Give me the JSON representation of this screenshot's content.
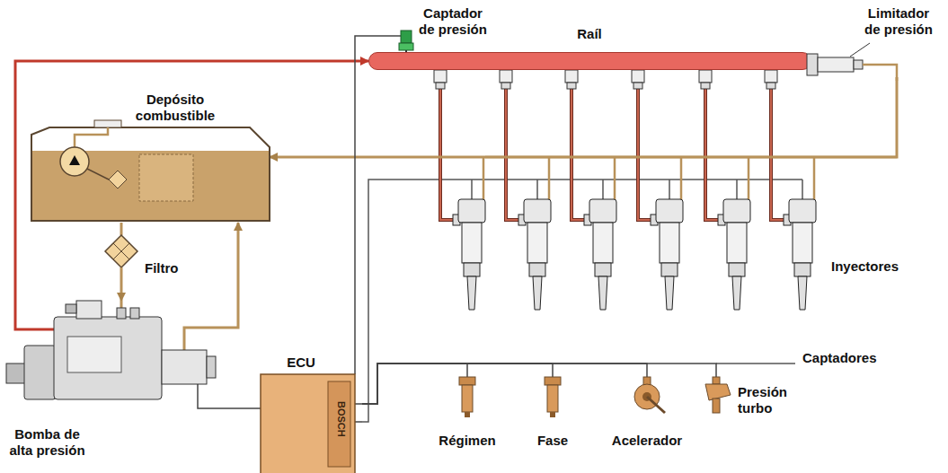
{
  "diagram": {
    "nodes": [
      {
        "text": [
          "Captador de presión"
        ]
      },
      {
        "text": [
          "Raíl"
        ]
      },
      {
        "text": [
          "Limitador de presión"
        ]
      },
      {
        "text": [
          "Depósito combustible"
        ]
      },
      {
        "text": [
          "Filtro"
        ]
      },
      {
        "text": [
          "Bomba de alta presión"
        ]
      },
      {
        "text": [
          "ECU",
          "BOSCH"
        ]
      },
      {
        "text": [
          "Régimen"
        ]
      },
      {
        "text": [
          "Fase"
        ]
      },
      {
        "text": [
          "Acelerador"
        ]
      },
      {
        "text": [
          "Presión turbo"
        ]
      }
    ],
    "edges": [
      {
        "from": 5,
        "to": 1,
        "arrow": "to"
      },
      {
        "from": 2,
        "to": 3,
        "arrow": "to"
      },
      {
        "from": 3,
        "to": 4,
        "arrow": "none"
      },
      {
        "from": 4,
        "to": 5,
        "arrow": "to"
      },
      {
        "from": 5,
        "to": 3,
        "arrow": "to"
      },
      {
        "from": 0,
        "to": 6,
        "arrow": "none"
      },
      {
        "from": 6,
        "to": 7,
        "arrow": "none"
      },
      {
        "from": 6,
        "to": 8,
        "arrow": "none"
      },
      {
        "from": 6,
        "to": 9,
        "arrow": "none"
      },
      {
        "from": 6,
        "to": 10,
        "arrow": "none"
      },
      {
        "from": 6,
        "to": 5,
        "arrow": "none"
      }
    ],
    "labels": [
      "Inyectores",
      "Captadores"
    ]
  }
}
